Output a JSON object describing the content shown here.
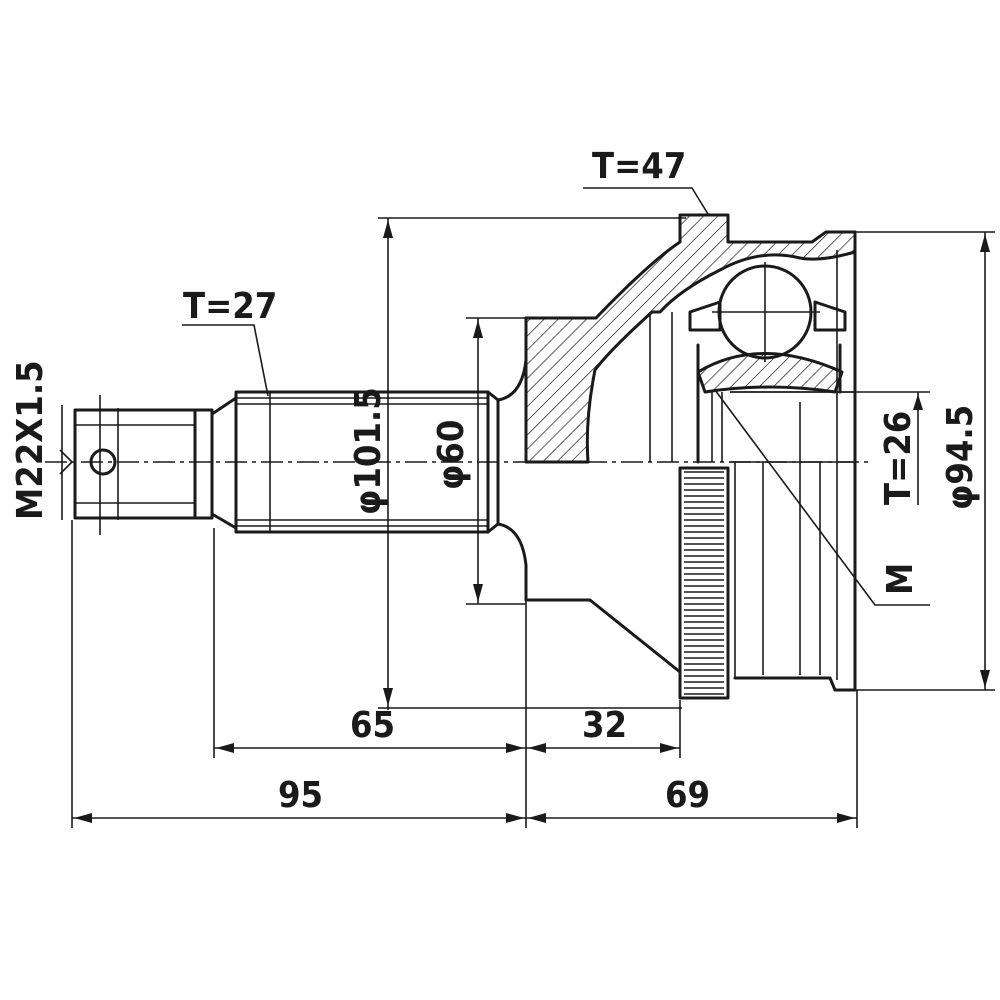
{
  "labels": {
    "thread": "M22X1.5",
    "spline_outer": "T=27",
    "spline_inner": "T=26",
    "abs_ring": "T=47",
    "dia_shaft": "φ101.5",
    "dia_seal": "φ60",
    "dia_outer": "φ94.5",
    "len_65": "65",
    "len_32": "32",
    "len_95": "95",
    "len_69": "69",
    "mark": "M"
  },
  "colors": {
    "line": "#1a1a1a",
    "background": "#ffffff"
  }
}
